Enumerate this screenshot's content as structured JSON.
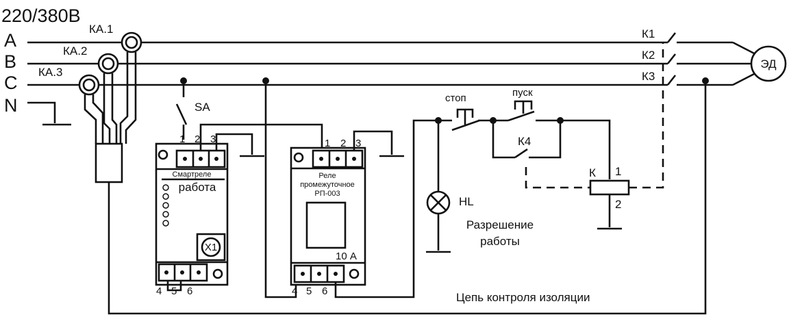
{
  "voltage": "220/380В",
  "phases": [
    "A",
    "B",
    "C",
    "N"
  ],
  "current_transformers": [
    "КА.1",
    "КА.2",
    "КА.3"
  ],
  "contacts": [
    "К1",
    "К2",
    "К3"
  ],
  "motor": "ЭД",
  "switch": "SA",
  "smart_relay": {
    "name": "Смартреле",
    "status": "работа",
    "terminals_top": [
      "1",
      "2",
      "3"
    ],
    "terminals_bottom": [
      "4",
      "5",
      "6"
    ],
    "connector": "X1"
  },
  "intermediate_relay": {
    "line1": "Реле",
    "line2": "промежуточное",
    "line3": "РП-003",
    "rating": "10 А",
    "terminals_top": [
      "1",
      "2",
      "3"
    ],
    "terminals_bottom": [
      "4",
      "5",
      "6"
    ]
  },
  "stop_button": "стоп",
  "start_button": "пуск",
  "hold_contact": "К4",
  "lamp": "HL",
  "lamp_caption_1": "Разрешение",
  "lamp_caption_2": "работы",
  "coil": {
    "name": "К",
    "pin1": "1",
    "pin2": "2"
  },
  "insulation_circuit": "Цепь контроля изоляции"
}
